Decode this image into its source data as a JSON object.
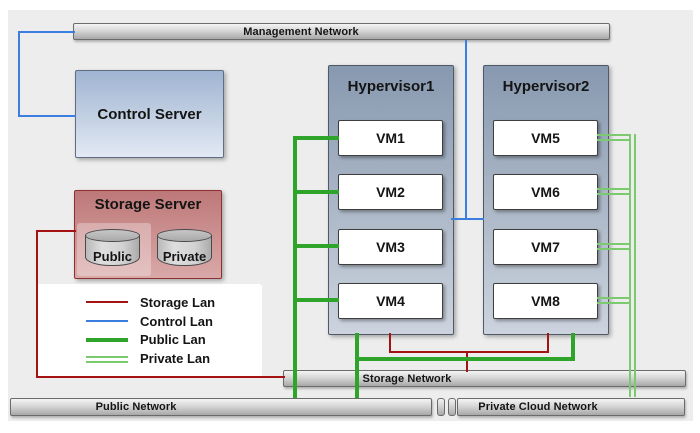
{
  "bars": {
    "management": {
      "label": "Management Network"
    },
    "storage": {
      "label": "Storage Network"
    },
    "public": {
      "label": "Public Network"
    },
    "private_cloud": {
      "label": "Private Cloud Network"
    }
  },
  "servers": {
    "control": {
      "label": "Control Server"
    },
    "storage": {
      "title": "Storage Server",
      "disks": [
        {
          "label": "Public"
        },
        {
          "label": "Private"
        }
      ]
    }
  },
  "hypervisors": [
    {
      "title": "Hypervisor1",
      "vms": [
        "VM1",
        "VM2",
        "VM3",
        "VM4"
      ]
    },
    {
      "title": "Hypervisor2",
      "vms": [
        "VM5",
        "VM6",
        "VM7",
        "VM8"
      ]
    }
  ],
  "legend": {
    "items": [
      {
        "label": "Storage Lan",
        "color": "#a51212",
        "style": "thin-solid"
      },
      {
        "label": "Control Lan",
        "color": "#3c7ee0",
        "style": "thin-solid"
      },
      {
        "label": "Public Lan",
        "color": "#2fa42a",
        "style": "thick-solid"
      },
      {
        "label": "Private Lan",
        "color": "#7cc96f",
        "style": "double-line"
      }
    ]
  },
  "colors": {
    "storage_lan": "#a51212",
    "control_lan": "#3c7ee0",
    "public_lan": "#2fa42a",
    "private_lan": "#7cc96f",
    "panel_background": "#ededed"
  }
}
